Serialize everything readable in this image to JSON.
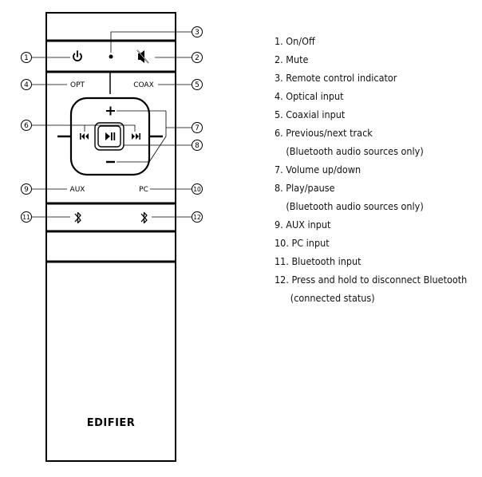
{
  "remote": {
    "brand": "EDIFIER",
    "labels": {
      "opt": "OPT",
      "coax": "COAX",
      "aux": "AUX",
      "pc": "PC"
    },
    "icons": {
      "power": "power-icon",
      "mute": "mute-icon",
      "indicator": "indicator-dot",
      "prev": "previous-track-icon",
      "next": "next-track-icon",
      "play_pause": "play-pause-icon",
      "volume_up": "plus-icon",
      "volume_down": "minus-icon",
      "bluetooth": "bluetooth-icon"
    }
  },
  "callouts": [
    "1",
    "2",
    "3",
    "4",
    "5",
    "6",
    "7",
    "8",
    "9",
    "10",
    "11",
    "12"
  ],
  "legend": [
    {
      "text": "1. On/Off"
    },
    {
      "text": "2. Mute"
    },
    {
      "text": "3. Remote control indicator"
    },
    {
      "text": "4. Optical input"
    },
    {
      "text": "5. Coaxial input"
    },
    {
      "text": "6. Previous/next track",
      "cont": "(Bluetooth audio sources only)"
    },
    {
      "text": "7. Volume up/down"
    },
    {
      "text": "8. Play/pause",
      "cont": "(Bluetooth audio sources only)"
    },
    {
      "text": "9. AUX input"
    },
    {
      "text": "10. PC input"
    },
    {
      "text": "11. Bluetooth input"
    },
    {
      "text": "12. Press and hold to disconnect Bluetooth",
      "cont": "(connected status)"
    }
  ]
}
